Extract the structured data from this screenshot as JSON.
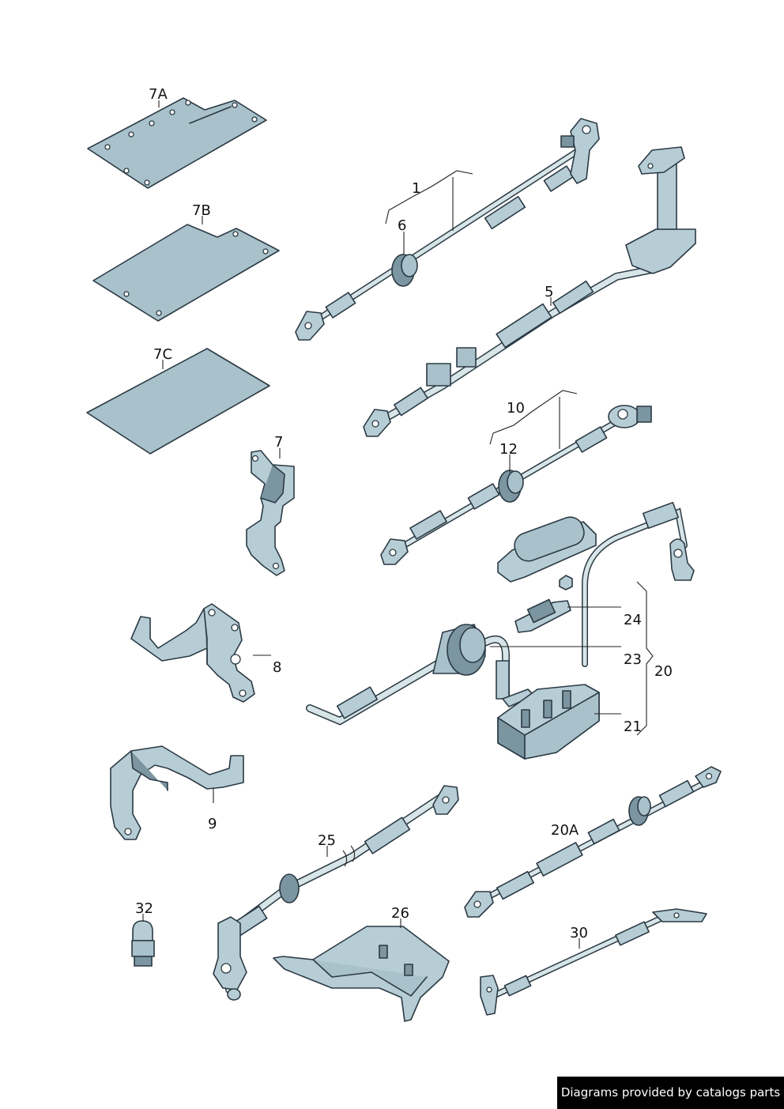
{
  "labels": {
    "l7a": "7A",
    "l7b": "7B",
    "l7c": "7C",
    "l7": "7",
    "l8": "8",
    "l9": "9",
    "l32": "32",
    "l1": "1",
    "l6": "6",
    "l5": "5",
    "l10": "10",
    "l12": "12",
    "l24": "24",
    "l23": "23",
    "l20": "20",
    "l21": "21",
    "l20a": "20A",
    "l25": "25",
    "l26": "26",
    "l30": "30"
  },
  "footer": {
    "text": "Diagrams provided by catalogs parts"
  }
}
